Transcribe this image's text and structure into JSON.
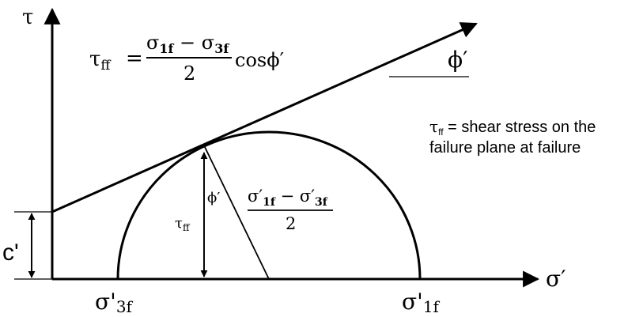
{
  "axes": {
    "y_label": "τ",
    "x_label": "σ′"
  },
  "formula_top": {
    "lhs_symbol": "τ",
    "lhs_sub": "ff",
    "equals": "=",
    "num_sigma1": "σ",
    "num_sub1": "1f",
    "num_minus": "−",
    "num_sigma3": "σ",
    "num_sub3": "3f",
    "denominator": "2",
    "trailing": "cosϕ′"
  },
  "angle_label_top": "ϕ′",
  "definition": {
    "symbol": "τ",
    "sub": "ff",
    "line1_rest": " = shear stress on the",
    "line2": "failure plane at failure"
  },
  "angle_label_inner": "ϕ′",
  "tau_ff_label": {
    "symbol": "τ",
    "sub": "ff"
  },
  "radius_formula": {
    "sigma1": "σ′",
    "sub1": "1f",
    "minus": "−",
    "sigma3": "σ′",
    "sub3": "3f",
    "denominator": "2"
  },
  "cohesion_label": "c'",
  "sigma3_label": {
    "symbol": "σ'",
    "sub": "3f"
  },
  "sigma1_label": {
    "symbol": "σ'",
    "sub": "1f"
  }
}
